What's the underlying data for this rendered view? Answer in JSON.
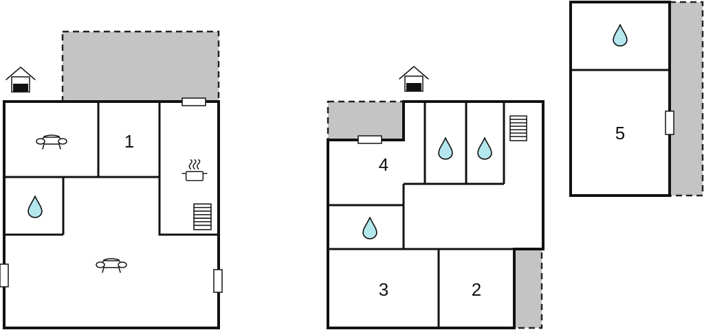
{
  "rooms": {
    "r1": "1",
    "r2": "2",
    "r3": "3",
    "r4": "4",
    "r5": "5"
  },
  "icons": {
    "bathroom": "water-drop-icon",
    "living": "sofa-icon",
    "kitchen": "cooking-pot-icon",
    "stairs": "stairs-icon",
    "entrance": "house-entrance-icon"
  },
  "colors": {
    "terrace": "#c4c4c4",
    "water": "#b4e6ee",
    "wall": "#111111"
  }
}
